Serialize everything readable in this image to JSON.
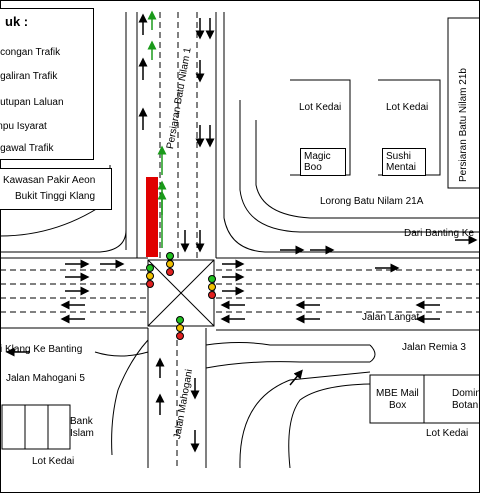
{
  "legend": {
    "title": "uk :",
    "items": [
      "encongan Trafik",
      "engaliran Trafik",
      "enutupan Laluan",
      "ampu Isyarat",
      "engawal Trafik"
    ]
  },
  "labels": {
    "pakir_aeon": "Kawasan Pakir Aeon",
    "bukit_tinggi": "Bukit Tinggi Klang",
    "persiaran_batu_nilam_1": "Persiaran Batu Nilam 1",
    "persiaran_batu_nilam_21b": "Persiaran Batu Nilam 21b",
    "lot_kedai": "Lot Kedai",
    "magic_boo_1": "Magic",
    "magic_boo_2": "Boo",
    "sushi_1": "Sushi",
    "sushi_2": "Mentai",
    "lorong_batu_nilam_21a": "Lorong Batu Nilam 21A",
    "dari_banting": "Dari Banting Ke",
    "jalan_langat": "Jalan Langat",
    "klang_ke_banting": "i Klang Ke Banting",
    "jalan_remia_3": "Jalan Remia 3",
    "jalan_mahogani_5": "Jalan Mahogani 5",
    "jalan_mahogani": "Jalan Mahogani",
    "mbe_1": "MBE Mail",
    "mbe_2": "Box",
    "domino_1": "Domin",
    "domino_2": "Botan",
    "bank_1": "Bank",
    "bank_2": "Islam"
  },
  "colors": {
    "closure": "#e00000",
    "flow_arrow": "#1a9a1a",
    "signal_red": "#e02020",
    "signal_amber": "#f0c000",
    "signal_green": "#20c020"
  }
}
